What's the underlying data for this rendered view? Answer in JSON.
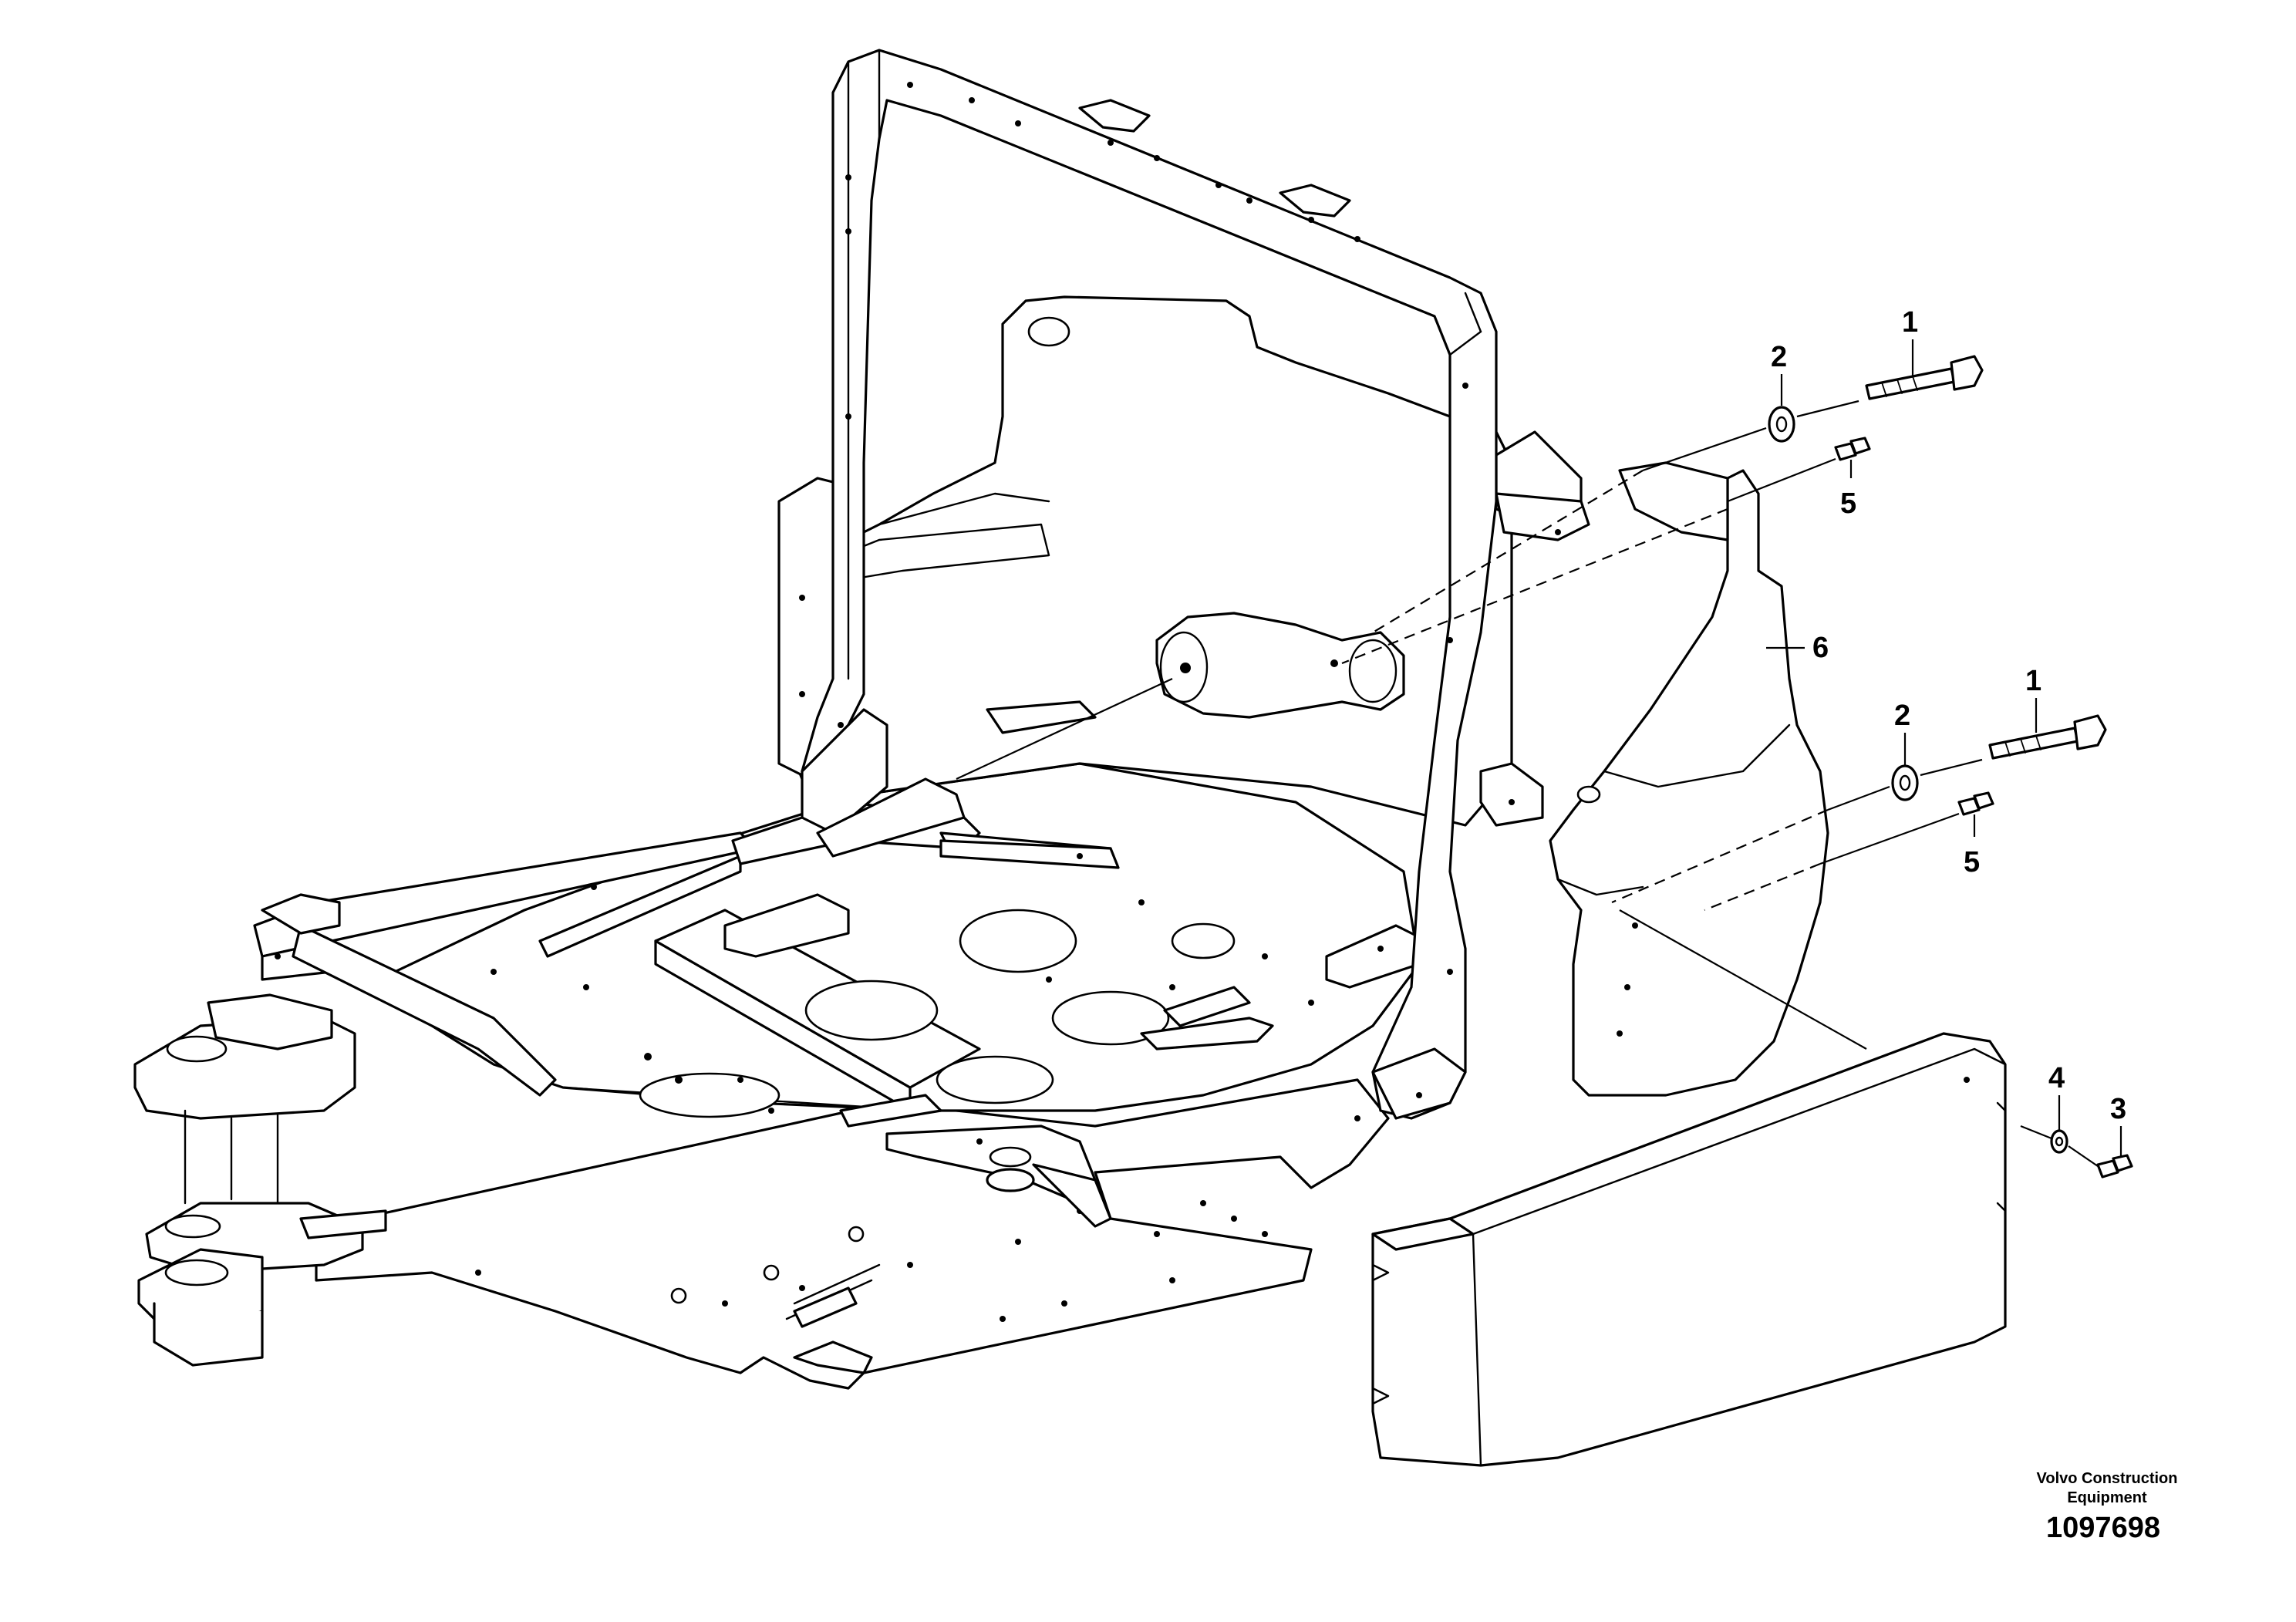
{
  "figure": {
    "callouts": [
      {
        "id": "c1a",
        "label": "1"
      },
      {
        "id": "c2a",
        "label": "2"
      },
      {
        "id": "c5a",
        "label": "5"
      },
      {
        "id": "c6",
        "label": "6"
      },
      {
        "id": "c1b",
        "label": "1"
      },
      {
        "id": "c2b",
        "label": "2"
      },
      {
        "id": "c5b",
        "label": "5"
      },
      {
        "id": "c4",
        "label": "4"
      },
      {
        "id": "c3",
        "label": "3"
      }
    ]
  },
  "footer": {
    "brand_line1": "Volvo Construction",
    "brand_line2": "Equipment",
    "drawing_number": "1097698"
  }
}
